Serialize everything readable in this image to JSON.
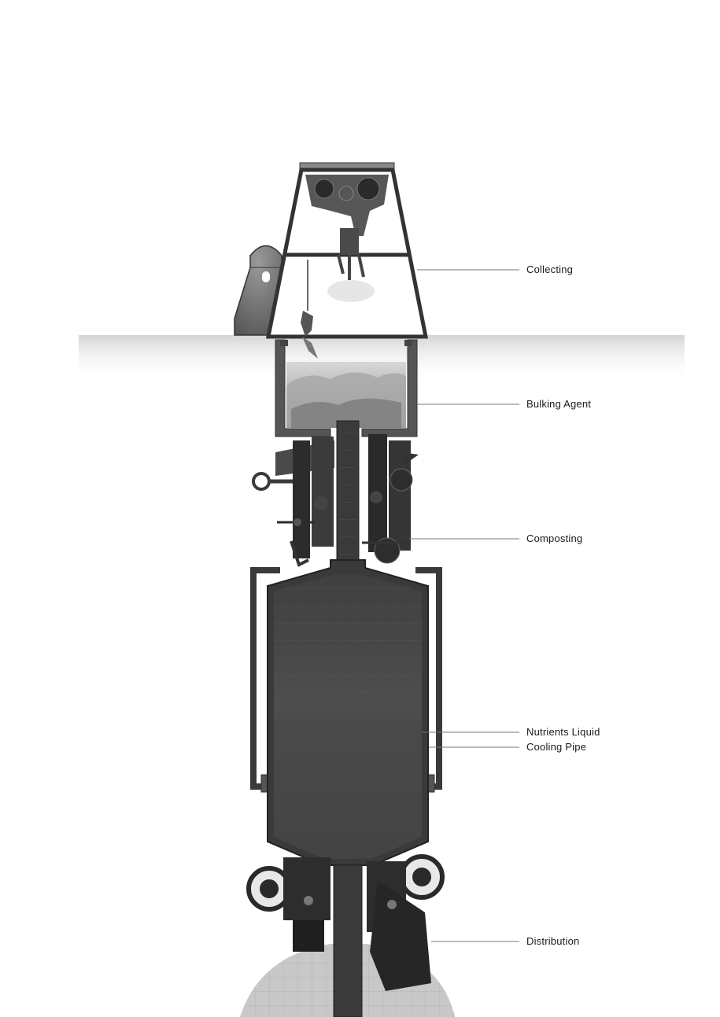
{
  "labels": {
    "collecting": "Collecting",
    "bulking_agent": "Bulking Agent",
    "composting": "Composting",
    "nutrients_liquid": "Nutrients Liquid",
    "cooling_pipe": "Cooling Pipe",
    "distribution": "Distribution"
  },
  "colors": {
    "structure": "#3a3a3a",
    "dark_fill": "#2b2b2b",
    "mid_fill": "#555555",
    "light_fill": "#bdbdbd",
    "leader_line": "#777777"
  }
}
